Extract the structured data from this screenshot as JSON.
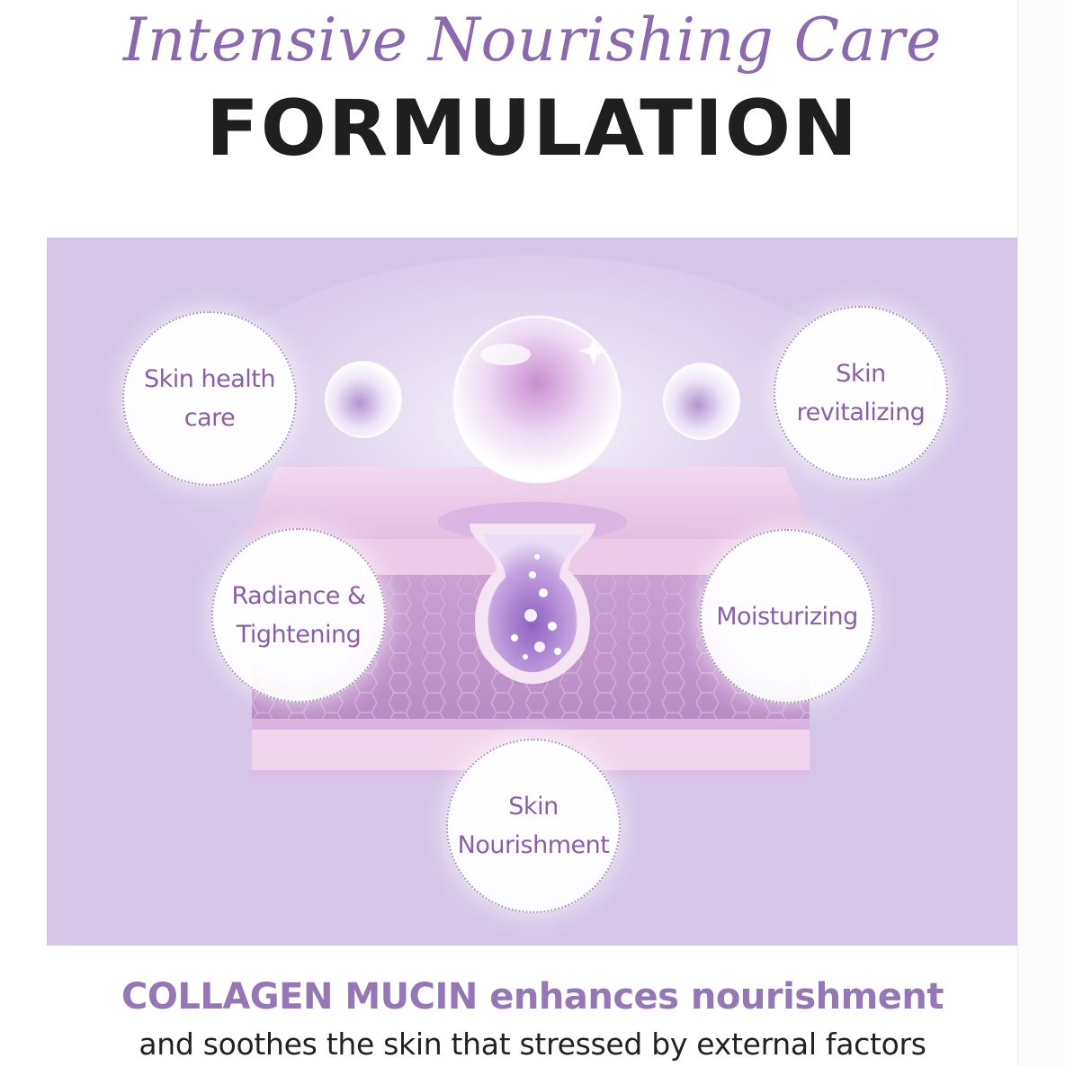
{
  "header": {
    "script_title": "Intensive Nourishing Care",
    "main_title": "FORMULATION"
  },
  "diagram": {
    "benefits": [
      {
        "lines": [
          "Skin health",
          "care"
        ]
      },
      {
        "lines": [
          "Skin",
          "revitalizing"
        ]
      },
      {
        "lines": [
          "Radiance &",
          "Tightening"
        ]
      },
      {
        "lines": [
          "Moisturizing"
        ]
      },
      {
        "lines": [
          "Skin",
          "Nourishment"
        ]
      }
    ]
  },
  "footer": {
    "highlight": "COLLAGEN MUCIN",
    "headline_rest": " enhances nourishment",
    "subline": "and soothes the skin that stressed by external factors"
  },
  "colors": {
    "panel_bg": "#d5c6e7",
    "accent_purple": "#9577b5",
    "script_purple": "#8a6aac",
    "bubble_text": "#8a5fa6",
    "title_dark": "#1f1f1f"
  }
}
